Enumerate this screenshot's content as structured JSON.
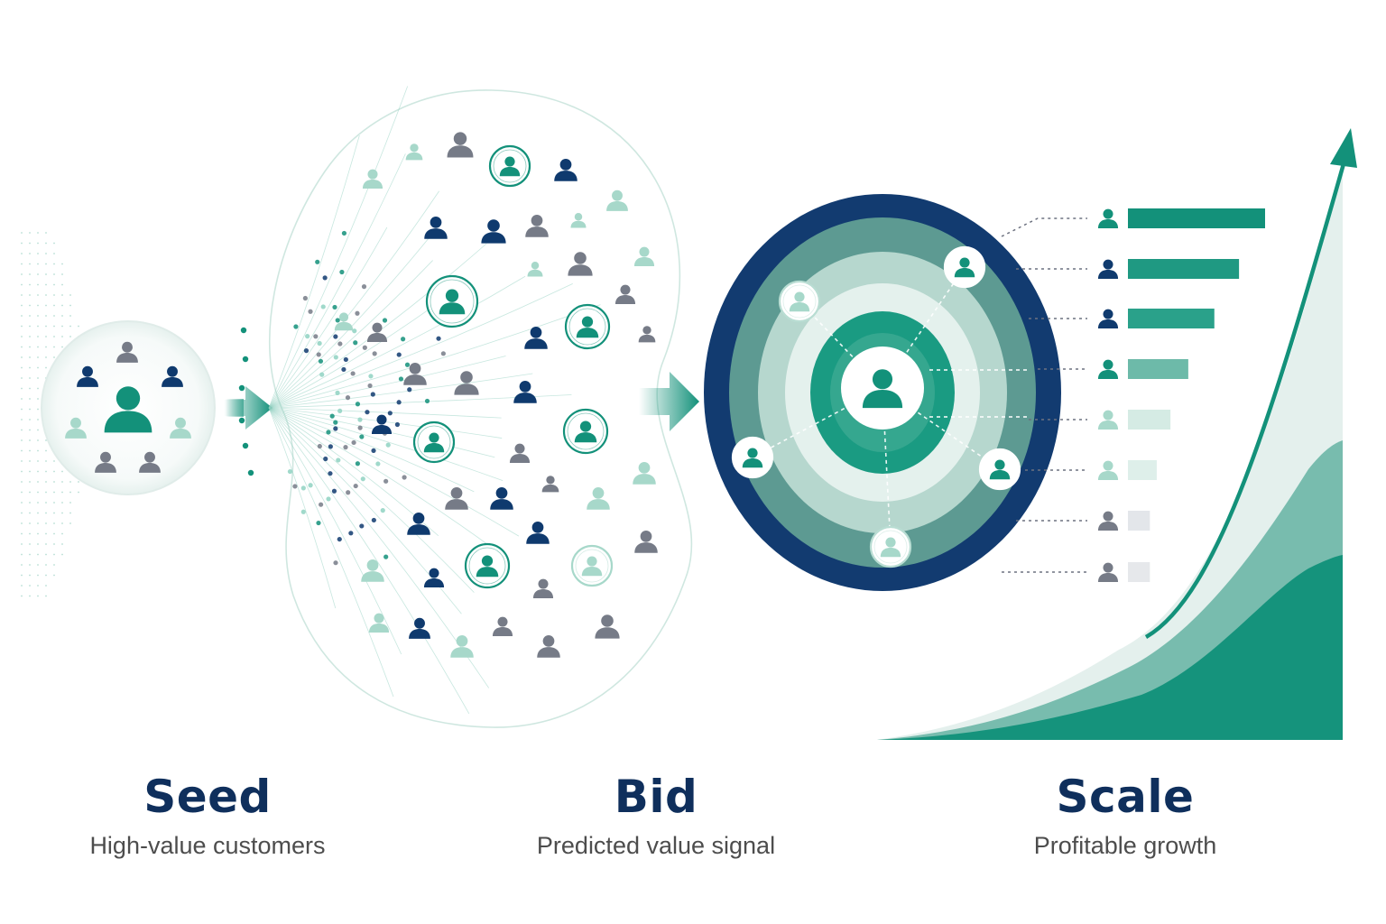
{
  "colors": {
    "navy": "#0f3a6e",
    "teal": "#13917a",
    "mint": "#a7d8ca",
    "gray": "#767b87",
    "title": "#0f2f5c",
    "subtitle": "#4d4d4d"
  },
  "stages": [
    {
      "title": "Seed",
      "subtitle": "High-value customers"
    },
    {
      "title": "Bid",
      "subtitle": "Predicted value signal"
    },
    {
      "title": "Scale",
      "subtitle": "Profitable growth"
    }
  ],
  "icons": {
    "person": "person-icon",
    "arrow": "arrow-right-icon",
    "growth_arrow": "arrow-up-right-icon"
  },
  "ranking_rows": [
    {
      "icon_color": "teal",
      "bar_color": "#13917a",
      "bar_level": 1.0
    },
    {
      "icon_color": "navy",
      "bar_color": "#1f9982",
      "bar_level": 0.81
    },
    {
      "icon_color": "navy",
      "bar_color": "#2aa18a",
      "bar_level": 0.63
    },
    {
      "icon_color": "teal",
      "bar_color": "#6dbaa9",
      "bar_level": 0.44
    },
    {
      "icon_color": "mint",
      "bar_color": "#d5ebe4",
      "bar_level": 0.31
    },
    {
      "icon_color": "mint",
      "bar_color": "#deefea",
      "bar_level": 0.21
    },
    {
      "icon_color": "gray",
      "bar_color": "#e3e6ea",
      "bar_level": 0.16
    },
    {
      "icon_color": "gray",
      "bar_color": "#e6e8eb",
      "bar_level": 0.16
    }
  ]
}
